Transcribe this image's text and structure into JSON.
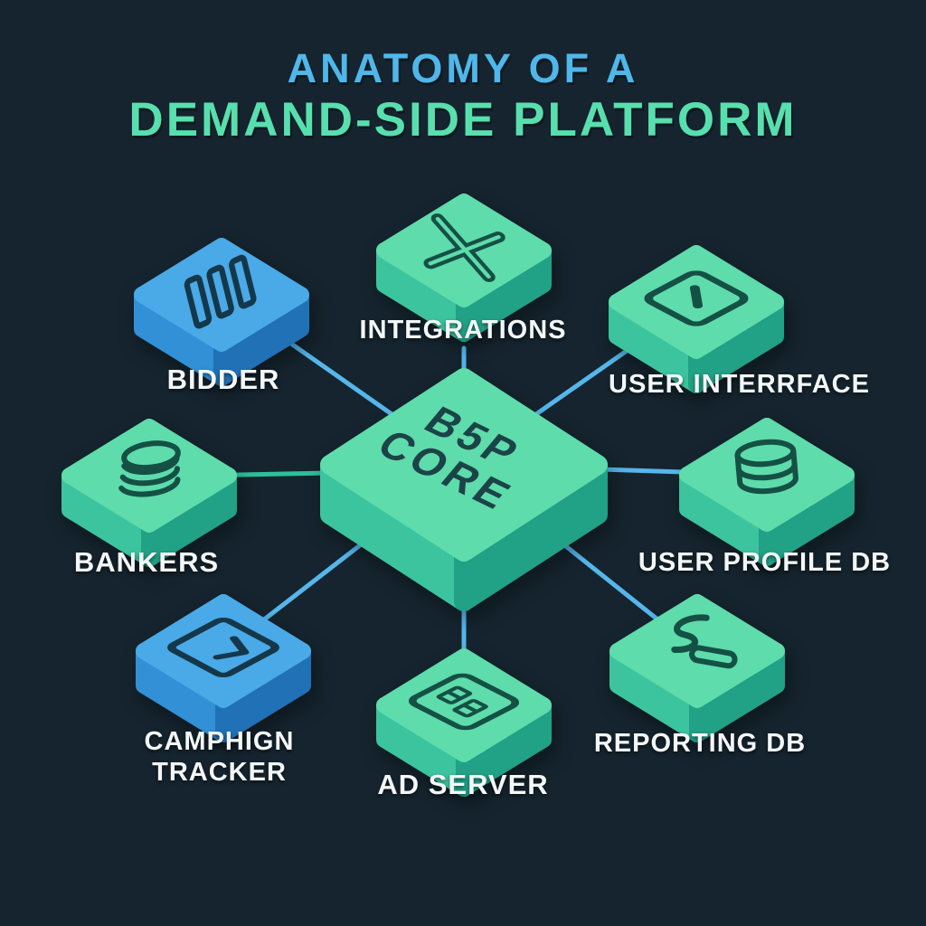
{
  "title": {
    "line1": "ANATOMY OF A",
    "line2": "DEMAND-SIDE PLATFORM"
  },
  "core": {
    "line1": "B5P",
    "line2": "CORE"
  },
  "nodes": [
    {
      "id": "bidder",
      "label": "BIDDER",
      "color": "blue",
      "icon": "slanted-bars-icon"
    },
    {
      "id": "integrations",
      "label": "INTEGRATIONS",
      "color": "green",
      "icon": "cross-icon"
    },
    {
      "id": "user-interface",
      "label": "USER INTERRFACE",
      "color": "green",
      "icon": "window-slash-icon"
    },
    {
      "id": "bankers",
      "label": "BANKERS",
      "color": "green",
      "icon": "coin-stack-icon"
    },
    {
      "id": "user-profile-db",
      "label": "USER PROFILE DB",
      "color": "green",
      "icon": "database-icon"
    },
    {
      "id": "campaign-tracker",
      "label": "CAMPHIGN TRACKER",
      "color": "blue",
      "icon": "frame-bracket-icon"
    },
    {
      "id": "ad-server",
      "label": "AD SERVER",
      "color": "green",
      "icon": "ad-badge-icon"
    },
    {
      "id": "reporting-db",
      "label": "REPORTING DB",
      "color": "green",
      "icon": "report-squiggle-icon"
    }
  ],
  "theme": {
    "background": "#15242e",
    "title_blue": "#4fb7ea",
    "title_green": "#58dfae",
    "label_white": "#f4f7f8",
    "line_blue": "#55b6ec",
    "line_teal": "#2ebf9b",
    "block_green_top": "#5edcab",
    "block_green_left": "#3cc49e",
    "block_green_right": "#21a186",
    "block_blue_top": "#4aa9e7",
    "block_blue_left": "#3190d6",
    "block_blue_right": "#2071b6",
    "icon_dark": "#14384a",
    "icon_dark_green": "#155045",
    "core_text": "#1c4347"
  }
}
